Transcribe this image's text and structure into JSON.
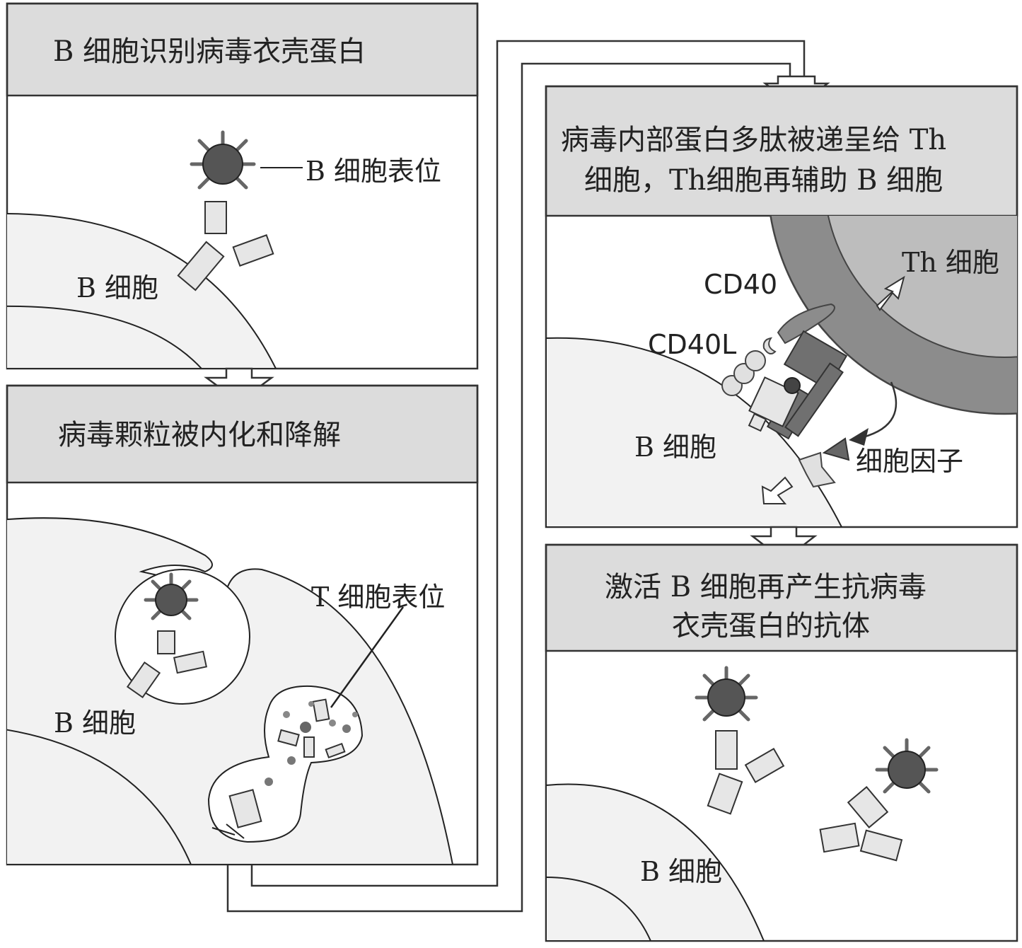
{
  "panels": {
    "p1": {
      "header": "B 细胞识别病毒衣壳蛋白",
      "labels": {
        "epitope": "B 细胞表位",
        "cell": "B 细胞"
      }
    },
    "p2": {
      "header": "病毒颗粒被内化和降解",
      "labels": {
        "epitope": "T 细胞表位",
        "cell": "B 细胞"
      }
    },
    "p3": {
      "header_line1": "病毒内部蛋白多肽被递呈给 Th",
      "header_line2": "细胞，Th细胞再辅助 B 细胞",
      "labels": {
        "th_cell": "Th 细胞",
        "cd40": "CD40",
        "cd40l": "CD40L",
        "b_cell": "B 细胞",
        "cytokine": "细胞因子"
      }
    },
    "p4": {
      "header_line1": "激活 B 细胞再产生抗病毒",
      "header_line2": "衣壳蛋白的抗体",
      "labels": {
        "cell": "B 细胞"
      }
    }
  },
  "colors": {
    "header_fill": "#dcdcdc",
    "cell_fill": "#f2f2f2",
    "th_membrane": "#8c8c8c",
    "th_inner": "#bdbdbd",
    "virus_core": "#555555"
  }
}
